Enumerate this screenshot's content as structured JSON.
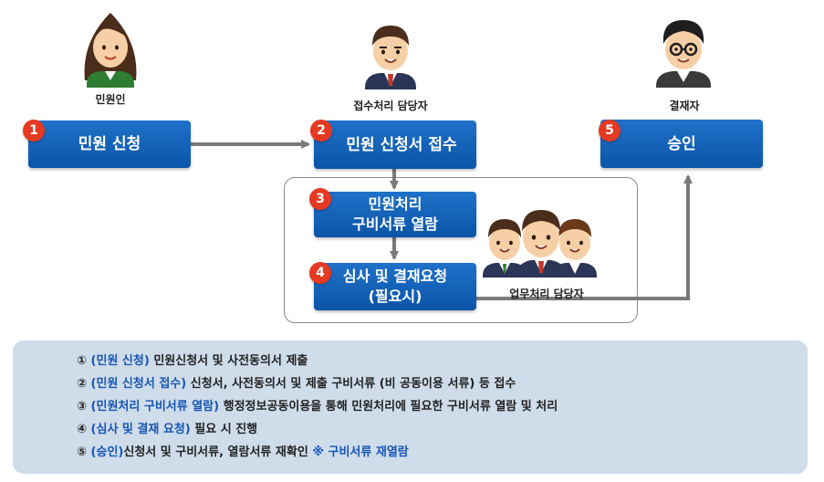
{
  "roles": {
    "applicant": "민원인",
    "reception": "접수처리 담당자",
    "approver": "결재자",
    "staff": "업무처리 담당자"
  },
  "steps": [
    {
      "num": "1",
      "label": "민원 신청"
    },
    {
      "num": "2",
      "label": "민원 신청서 접수"
    },
    {
      "num": "3",
      "label": "민원처리\n구비서류 열람"
    },
    {
      "num": "4",
      "label": "심사 및 결재요청\n(필요시)"
    },
    {
      "num": "5",
      "label": "승인"
    }
  ],
  "legend": [
    {
      "marker": "①",
      "title": "(민원 신청)",
      "desc": " 민원신청서 및 사전동의서 제출",
      "note": ""
    },
    {
      "marker": "②",
      "title": "(민원 신청서 접수)",
      "desc": " 신청서, 사전동의서 및 제출 구비서류 (비 공동이용 서류) 등 접수",
      "note": ""
    },
    {
      "marker": "③",
      "title": "(민원처리 구비서류 열람)",
      "desc": " 행정정보공동이용을 통해 민원처리에 필요한 구비서류 열람 및 처리",
      "note": ""
    },
    {
      "marker": "④",
      "title": "(심사 및 결재 요청)",
      "desc": " 필요 시 진행",
      "note": ""
    },
    {
      "marker": "⑤",
      "title": "(승인)",
      "desc": "신청서 및 구비서류, 열람서류 재확인 ",
      "note": "※ 구비서류 재열람"
    }
  ],
  "colors": {
    "box": "#0b55a8",
    "badge": "#e53922",
    "arrow": "#7a7a7a",
    "legend_bg": "#cfdcea",
    "legend_title": "#1756b4"
  }
}
